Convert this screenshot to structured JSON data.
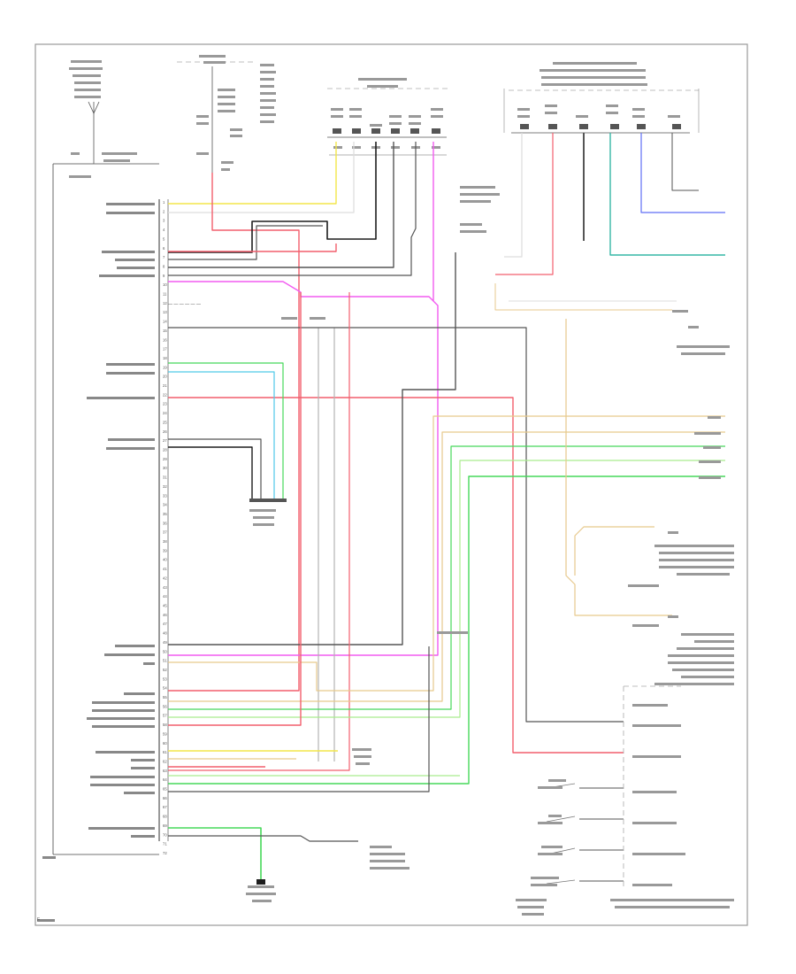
{
  "footer": {
    "code": "F"
  },
  "radio_pins": [
    "1",
    "2",
    "3",
    "4",
    "5",
    "6",
    "7",
    "8",
    "9",
    "10",
    "11",
    "12",
    "13",
    "14",
    "15",
    "16",
    "17",
    "18",
    "19",
    "20",
    "21",
    "22",
    "23",
    "24",
    "25",
    "26",
    "27",
    "28",
    "29",
    "30",
    "31",
    "32",
    "33",
    "34",
    "35",
    "36",
    "37",
    "38",
    "39",
    "40",
    "41",
    "42",
    "43",
    "44",
    "45",
    "46",
    "47",
    "48",
    "49",
    "50",
    "51",
    "52",
    "53",
    "54",
    "55",
    "56",
    "57",
    "58",
    "59",
    "60",
    "61",
    "62",
    "63",
    "64",
    "65",
    "66",
    "67",
    "68",
    "69",
    "70",
    "71",
    "72"
  ],
  "colors": {
    "yellow": "#f3e64a",
    "red": "#f25f6d",
    "black": "#1d1d1d",
    "dark": "#555555",
    "magenta": "#f25cf0",
    "green": "#46d85a",
    "lightgreen": "#a9ec8d",
    "cyan": "#4fc9e8",
    "tan": "#e7c98c",
    "grey": "#b5b5b5",
    "blue": "#5f6ef5",
    "teal": "#35b7a6"
  }
}
